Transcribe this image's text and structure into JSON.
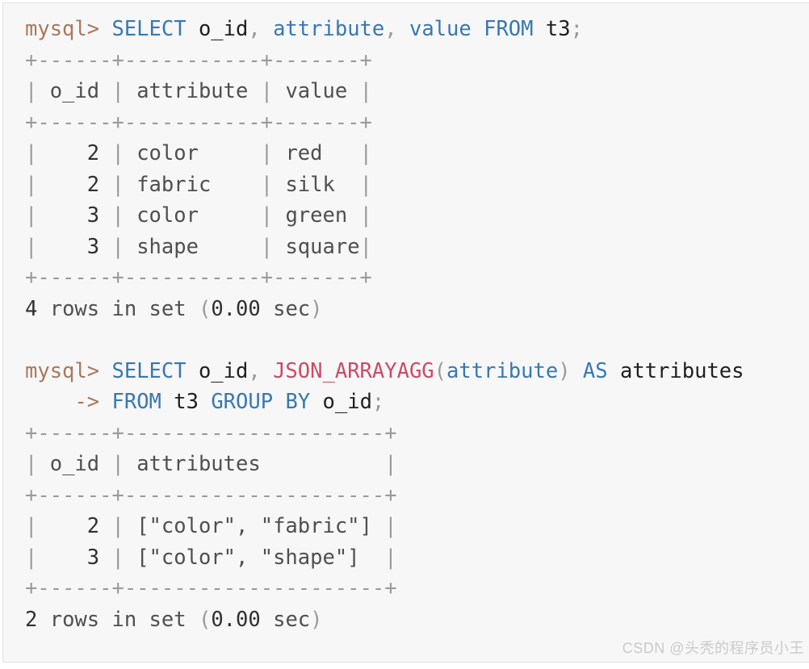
{
  "colors": {
    "page_bg": "#ffffff",
    "block_bg": "#f7f7f8",
    "block_border": "#e2e2e2",
    "prompt": "#a8795a",
    "keyword": "#3878af",
    "function": "#cc4a68",
    "punctuation": "#9a9a9a",
    "identifier": "#1f1f1f",
    "table_text": "#4f4f4f",
    "number": "#303030",
    "watermark": "#cbcbcb"
  },
  "watermark": {
    "text": "CSDN @头秃的程序员小王"
  },
  "terminal": {
    "lines": [
      {
        "name": "query1-line",
        "segments": [
          {
            "t": "prompt",
            "s": "mysql> "
          },
          {
            "t": "kw",
            "s": "SELECT"
          },
          {
            "t": "id",
            "s": " o_id"
          },
          {
            "t": "punct",
            "s": ","
          },
          {
            "t": "id",
            "s": " "
          },
          {
            "t": "kw",
            "s": "attribute"
          },
          {
            "t": "punct",
            "s": ","
          },
          {
            "t": "id",
            "s": " "
          },
          {
            "t": "kw",
            "s": "value"
          },
          {
            "t": "id",
            "s": " "
          },
          {
            "t": "kw",
            "s": "FROM"
          },
          {
            "t": "id",
            "s": " t3"
          },
          {
            "t": "punct",
            "s": ";"
          }
        ]
      },
      {
        "name": "table1-border-top",
        "segments": [
          {
            "t": "punct",
            "s": "+------+-----------+-------+"
          }
        ]
      },
      {
        "name": "table1-header",
        "segments": [
          {
            "t": "punct",
            "s": "|"
          },
          {
            "t": "tbl",
            "s": " o_id "
          },
          {
            "t": "punct",
            "s": "|"
          },
          {
            "t": "tbl",
            "s": " attribute "
          },
          {
            "t": "punct",
            "s": "|"
          },
          {
            "t": "tbl",
            "s": " value "
          },
          {
            "t": "punct",
            "s": "|"
          }
        ]
      },
      {
        "name": "table1-border-mid",
        "segments": [
          {
            "t": "punct",
            "s": "+------+-----------+-------+"
          }
        ]
      },
      {
        "name": "table1-row-1",
        "segments": [
          {
            "t": "punct",
            "s": "|"
          },
          {
            "t": "num",
            "s": "    2 "
          },
          {
            "t": "punct",
            "s": "|"
          },
          {
            "t": "tbl",
            "s": " color     "
          },
          {
            "t": "punct",
            "s": "|"
          },
          {
            "t": "tbl",
            "s": " red   "
          },
          {
            "t": "punct",
            "s": "|"
          }
        ]
      },
      {
        "name": "table1-row-2",
        "segments": [
          {
            "t": "punct",
            "s": "|"
          },
          {
            "t": "num",
            "s": "    2 "
          },
          {
            "t": "punct",
            "s": "|"
          },
          {
            "t": "tbl",
            "s": " fabric    "
          },
          {
            "t": "punct",
            "s": "|"
          },
          {
            "t": "tbl",
            "s": " silk  "
          },
          {
            "t": "punct",
            "s": "|"
          }
        ]
      },
      {
        "name": "table1-row-3",
        "segments": [
          {
            "t": "punct",
            "s": "|"
          },
          {
            "t": "num",
            "s": "    3 "
          },
          {
            "t": "punct",
            "s": "|"
          },
          {
            "t": "tbl",
            "s": " color     "
          },
          {
            "t": "punct",
            "s": "|"
          },
          {
            "t": "tbl",
            "s": " green "
          },
          {
            "t": "punct",
            "s": "|"
          }
        ]
      },
      {
        "name": "table1-row-4",
        "segments": [
          {
            "t": "punct",
            "s": "|"
          },
          {
            "t": "num",
            "s": "    3 "
          },
          {
            "t": "punct",
            "s": "|"
          },
          {
            "t": "tbl",
            "s": " shape     "
          },
          {
            "t": "punct",
            "s": "|"
          },
          {
            "t": "tbl",
            "s": " square"
          },
          {
            "t": "punct",
            "s": "|"
          }
        ]
      },
      {
        "name": "table1-border-bottom",
        "segments": [
          {
            "t": "punct",
            "s": "+------+-----------+-------+"
          }
        ]
      },
      {
        "name": "table1-status",
        "segments": [
          {
            "t": "num",
            "s": "4"
          },
          {
            "t": "tbl",
            "s": " rows in set "
          },
          {
            "t": "punct",
            "s": "("
          },
          {
            "t": "num",
            "s": "0.00"
          },
          {
            "t": "tbl",
            "s": " sec"
          },
          {
            "t": "punct",
            "s": ")"
          }
        ]
      },
      {
        "name": "blank-line",
        "segments": []
      },
      {
        "name": "query2-line-1",
        "segments": [
          {
            "t": "prompt",
            "s": "mysql> "
          },
          {
            "t": "kw",
            "s": "SELECT"
          },
          {
            "t": "id",
            "s": " o_id"
          },
          {
            "t": "punct",
            "s": ","
          },
          {
            "t": "id",
            "s": " "
          },
          {
            "t": "func",
            "s": "JSON_ARRAYAGG"
          },
          {
            "t": "punct",
            "s": "("
          },
          {
            "t": "kw",
            "s": "attribute"
          },
          {
            "t": "punct",
            "s": ")"
          },
          {
            "t": "id",
            "s": " "
          },
          {
            "t": "kw",
            "s": "AS"
          },
          {
            "t": "id",
            "s": " attributes"
          }
        ]
      },
      {
        "name": "query2-line-2",
        "segments": [
          {
            "t": "id",
            "s": "    "
          },
          {
            "t": "prompt",
            "s": "-> "
          },
          {
            "t": "kw",
            "s": "FROM"
          },
          {
            "t": "id",
            "s": " t3 "
          },
          {
            "t": "kw",
            "s": "GROUP BY"
          },
          {
            "t": "id",
            "s": " o_id"
          },
          {
            "t": "punct",
            "s": ";"
          }
        ]
      },
      {
        "name": "table2-border-top",
        "segments": [
          {
            "t": "punct",
            "s": "+------+---------------------+"
          }
        ]
      },
      {
        "name": "table2-header",
        "segments": [
          {
            "t": "punct",
            "s": "|"
          },
          {
            "t": "tbl",
            "s": " o_id "
          },
          {
            "t": "punct",
            "s": "|"
          },
          {
            "t": "tbl",
            "s": " attributes          "
          },
          {
            "t": "punct",
            "s": "|"
          }
        ]
      },
      {
        "name": "table2-border-mid",
        "segments": [
          {
            "t": "punct",
            "s": "+------+---------------------+"
          }
        ]
      },
      {
        "name": "table2-row-1",
        "segments": [
          {
            "t": "punct",
            "s": "|"
          },
          {
            "t": "num",
            "s": "    2 "
          },
          {
            "t": "punct",
            "s": "|"
          },
          {
            "t": "tbl",
            "s": " [\"color\", \"fabric\"] "
          },
          {
            "t": "punct",
            "s": "|"
          }
        ]
      },
      {
        "name": "table2-row-2",
        "segments": [
          {
            "t": "punct",
            "s": "|"
          },
          {
            "t": "num",
            "s": "    3 "
          },
          {
            "t": "punct",
            "s": "|"
          },
          {
            "t": "tbl",
            "s": " [\"color\", \"shape\"]  "
          },
          {
            "t": "punct",
            "s": "|"
          }
        ]
      },
      {
        "name": "table2-border-bottom",
        "segments": [
          {
            "t": "punct",
            "s": "+------+---------------------+"
          }
        ]
      },
      {
        "name": "table2-status",
        "segments": [
          {
            "t": "num",
            "s": "2"
          },
          {
            "t": "tbl",
            "s": " rows in set "
          },
          {
            "t": "punct",
            "s": "("
          },
          {
            "t": "num",
            "s": "0.00"
          },
          {
            "t": "tbl",
            "s": " sec"
          },
          {
            "t": "punct",
            "s": ")"
          }
        ]
      }
    ]
  }
}
